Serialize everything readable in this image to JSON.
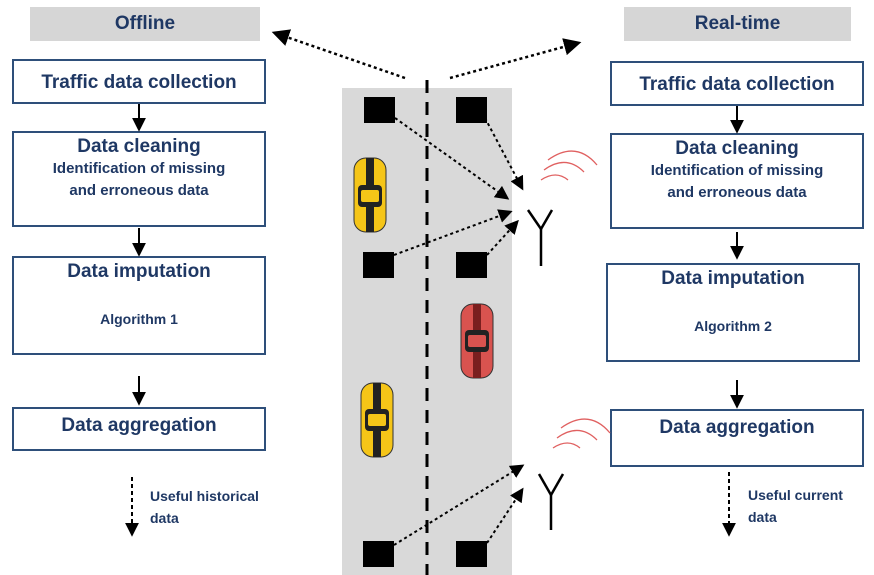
{
  "offline": {
    "title": "Offline",
    "collection": "Traffic data collection",
    "cleaning_title": "Data cleaning",
    "cleaning_line1": "Identification of missing",
    "cleaning_line2": "and erroneous data",
    "imputation_title": "Data imputation",
    "imputation_algorithm": "Algorithm 1",
    "aggregation": "Data aggregation",
    "output_line1": "Useful historical",
    "output_line2": "data"
  },
  "realtime": {
    "title": "Real-time",
    "collection": "Traffic data collection",
    "cleaning_title": "Data cleaning",
    "cleaning_line1": "Identification of missing",
    "cleaning_line2": "and erroneous data",
    "imputation_title": "Data imputation",
    "imputation_algorithm": "Algorithm 2",
    "aggregation": "Data aggregation",
    "output_line1": "Useful current",
    "output_line2": "data"
  },
  "colors": {
    "header_bg": "#d6d6d6",
    "text": "#1f3864",
    "box_border": "#2e4f7a",
    "road": "#d9d9d9",
    "yellow_car": "#f5c518",
    "red_car": "#d9534f",
    "signal": "#e06060"
  }
}
